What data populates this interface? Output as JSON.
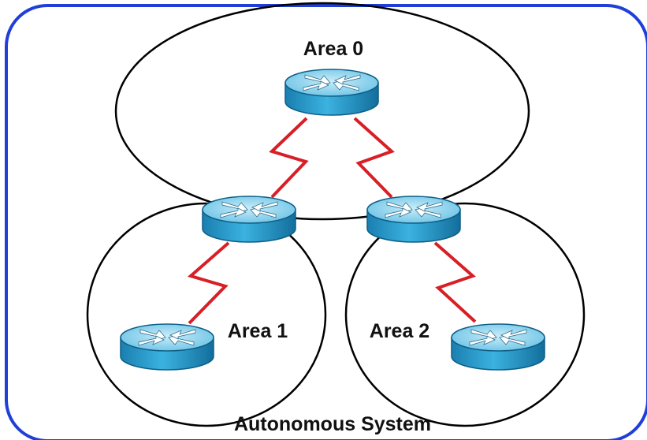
{
  "autonomous_system": {
    "label": "Autonomous System",
    "border_color": "#1f3fd8"
  },
  "areas": [
    {
      "id": "area0",
      "label": "Area 0"
    },
    {
      "id": "area1",
      "label": "Area 1"
    },
    {
      "id": "area2",
      "label": "Area 2"
    }
  ],
  "routers": [
    {
      "id": "r-core",
      "icon": "router-icon",
      "area": "Area 0"
    },
    {
      "id": "r-abr-left",
      "icon": "router-icon",
      "area": "Area 0 / Area 1"
    },
    {
      "id": "r-abr-right",
      "icon": "router-icon",
      "area": "Area 0 / Area 2"
    },
    {
      "id": "r-area1",
      "icon": "router-icon",
      "area": "Area 1"
    },
    {
      "id": "r-area2",
      "icon": "router-icon",
      "area": "Area 2"
    }
  ],
  "links": [
    {
      "from": "r-core",
      "to": "r-abr-left",
      "type": "serial-link"
    },
    {
      "from": "r-core",
      "to": "r-abr-right",
      "type": "serial-link"
    },
    {
      "from": "r-abr-left",
      "to": "r-area1",
      "type": "serial-link"
    },
    {
      "from": "r-abr-right",
      "to": "r-area2",
      "type": "serial-link"
    }
  ],
  "colors": {
    "link": "#d81f26",
    "router_top": "#8fd3ec",
    "router_side": "#1f8fbf",
    "router_edge": "#0d5f86"
  }
}
